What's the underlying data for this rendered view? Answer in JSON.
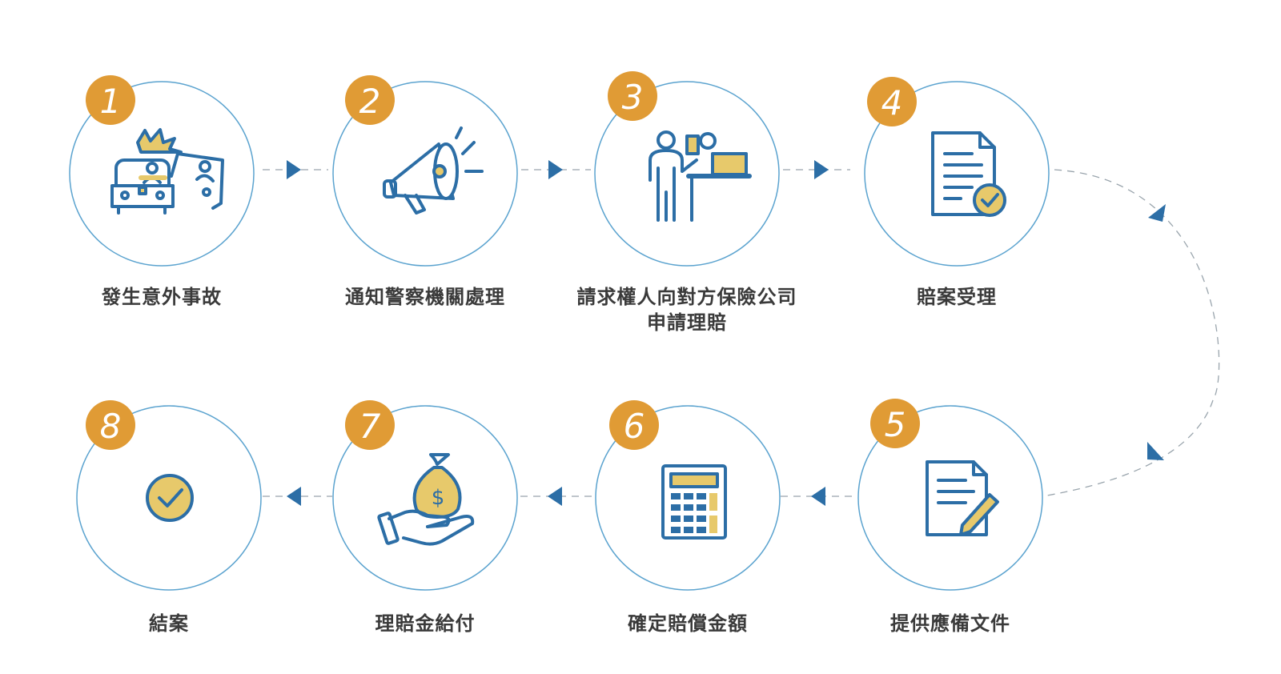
{
  "steps": [
    {
      "number": "1",
      "label": "發生意外事故",
      "icon": "car-accident-icon"
    },
    {
      "number": "2",
      "label": "通知警察機關處理",
      "icon": "megaphone-icon"
    },
    {
      "number": "3",
      "label": "請求權人向對方保險公司\n申請理賠",
      "icon": "service-counter-icon"
    },
    {
      "number": "4",
      "label": "賠案受理",
      "icon": "document-check-icon"
    },
    {
      "number": "5",
      "label": "提供應備文件",
      "icon": "document-pen-icon"
    },
    {
      "number": "6",
      "label": "確定賠償金額",
      "icon": "calculator-icon"
    },
    {
      "number": "7",
      "label": "理賠金給付",
      "icon": "money-bag-hand-icon"
    },
    {
      "number": "8",
      "label": "結案",
      "icon": "check-circle-icon"
    }
  ],
  "colors": {
    "circle_stroke": "#5ba3cf",
    "badge": "#e09b35",
    "icon_blue": "#2c6ea6",
    "icon_fill": "#e7c96b",
    "arrow": "#2c6ea6",
    "connector": "#9aa5ad"
  }
}
